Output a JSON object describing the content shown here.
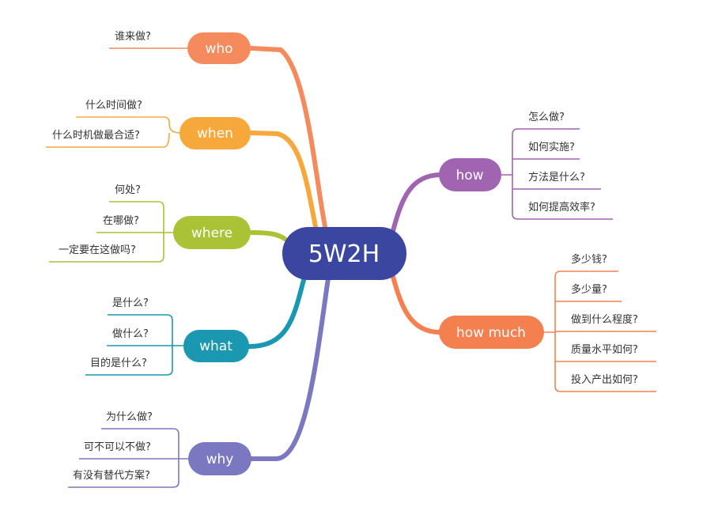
{
  "root": {
    "label": "5W2H",
    "color": "#3a46a0"
  },
  "branches": {
    "who": {
      "label": "who",
      "color": "#f58a5c",
      "items": [
        "谁来做?"
      ]
    },
    "when": {
      "label": "when",
      "color": "#f6a83a",
      "items": [
        "什么时间做?",
        "什么时机做最合适?"
      ]
    },
    "where": {
      "label": "where",
      "color": "#a9c236",
      "items": [
        "何处?",
        "在哪做?",
        "一定要在这做吗?"
      ]
    },
    "what": {
      "label": "what",
      "color": "#1a97b1",
      "items": [
        "是什么?",
        "做什么?",
        "目的是什么?"
      ]
    },
    "why": {
      "label": "why",
      "color": "#7a78c0",
      "items": [
        "为什么做?",
        "可不可以不做?",
        "有没有替代方案?"
      ]
    },
    "how": {
      "label": "how",
      "color": "#a064b0",
      "items": [
        "怎么做?",
        "如何实施?",
        "方法是什么?",
        "如何提高效率?"
      ]
    },
    "how_much": {
      "label": "how much",
      "color": "#f5804f",
      "items": [
        "多少钱?",
        "多少量?",
        "做到什么程度?",
        "质量水平如何?",
        "投入产出如何?"
      ]
    }
  }
}
